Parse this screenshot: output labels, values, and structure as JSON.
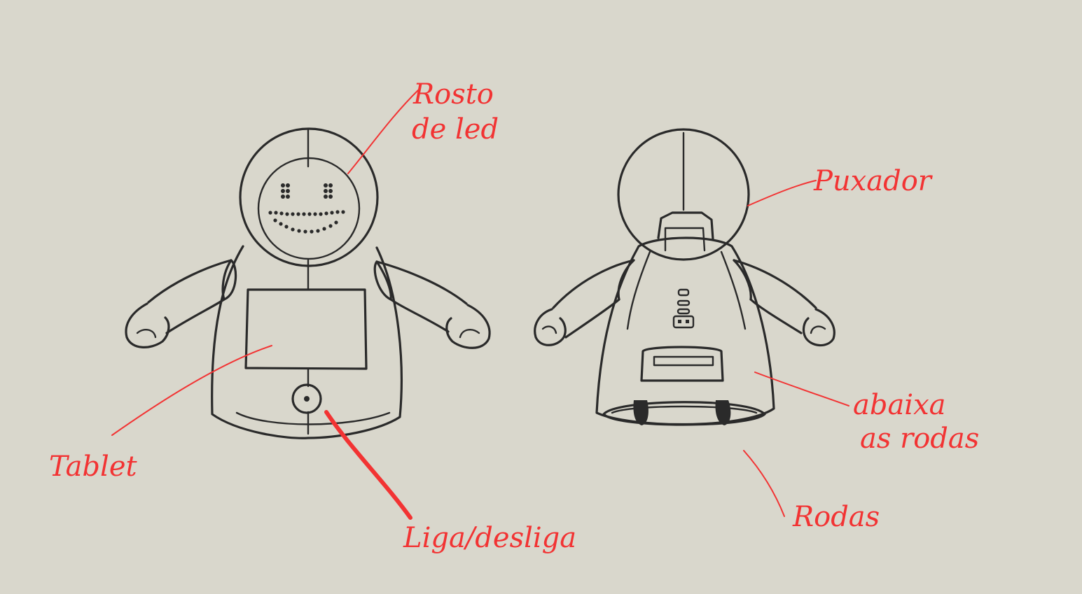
{
  "colors": {
    "background": "#d9d7cc",
    "ink": "#2a2a2a",
    "annotation": "#f23333"
  },
  "labels": {
    "rosto_line1": "Rosto",
    "rosto_line2": "de led",
    "tablet": "Tablet",
    "liga_desliga": "Liga/desliga",
    "puxador": "Puxador",
    "abaixa_line1": "abaixa",
    "abaixa_line2": "as rodas",
    "rodas": "Rodas"
  }
}
